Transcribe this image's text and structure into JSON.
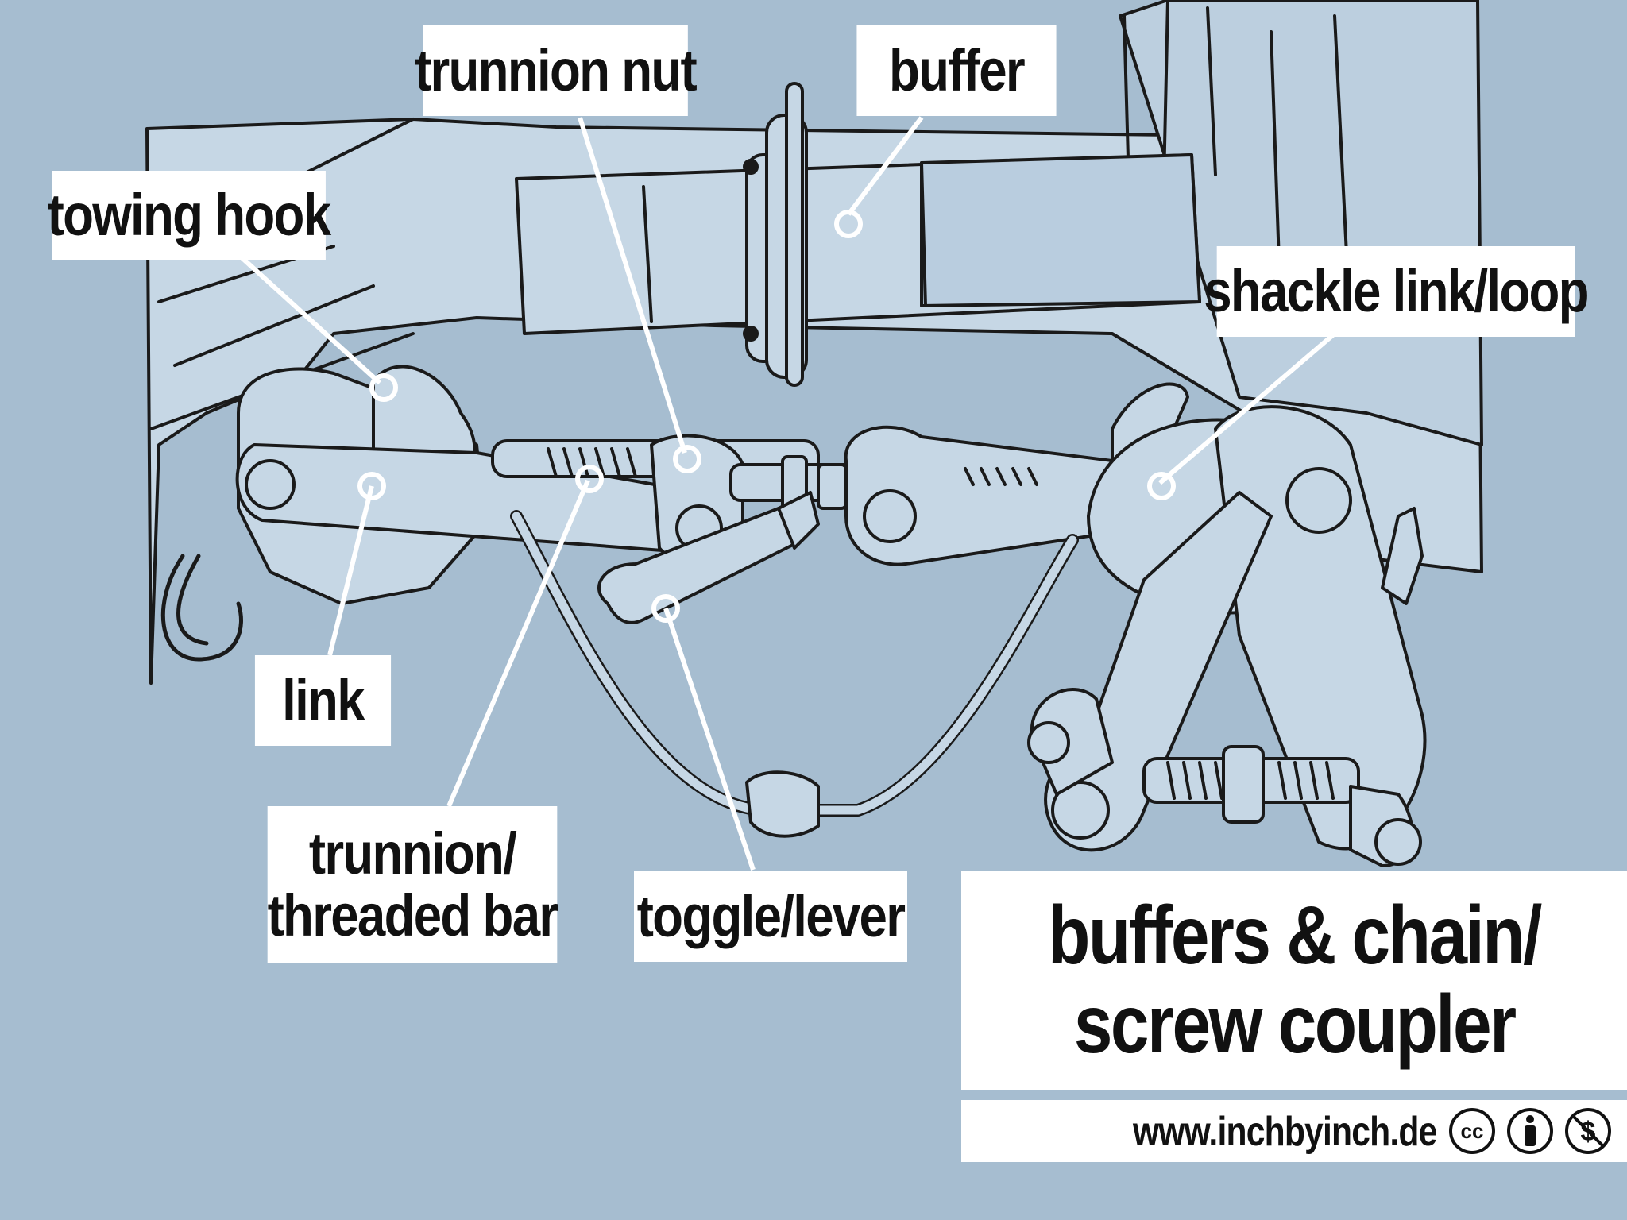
{
  "labels": {
    "trunnion_nut": "trunnion nut",
    "buffer": "buffer",
    "towing_hook": "towing hook",
    "shackle_link_loop": "shackle link/loop",
    "link": "link",
    "trunnion_threaded_bar_line1": "trunnion/",
    "trunnion_threaded_bar_line2": "threaded bar",
    "toggle_lever": "toggle/lever"
  },
  "title": {
    "line1": "buffers & chain/",
    "line2": "screw coupler"
  },
  "footer": {
    "website": "www.inchbyinch.de"
  },
  "license_icons": [
    "cc-icon",
    "by-attribution-icon",
    "non-commercial-icon"
  ],
  "colors": {
    "background": "#a6bdd0",
    "illustration_fill": "#c6d7e5",
    "outline": "#1a1a1a",
    "label_bg": "#ffffff",
    "leader_line": "#ffffff"
  }
}
